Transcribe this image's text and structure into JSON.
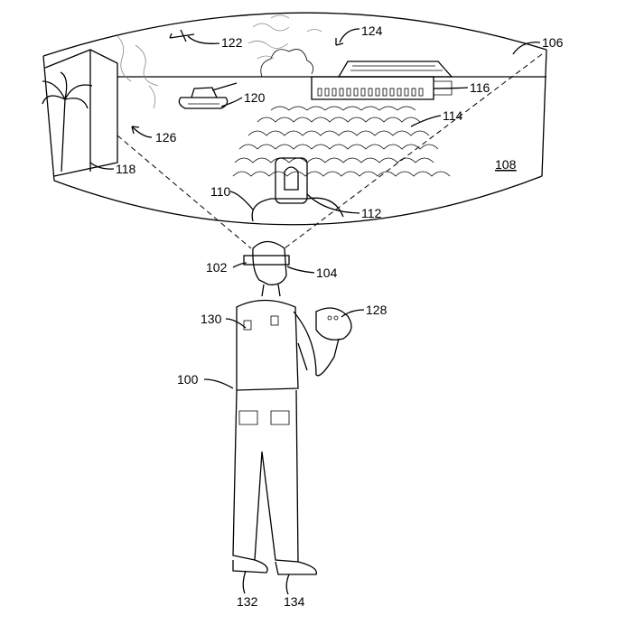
{
  "figure": {
    "labels": {
      "user": "100",
      "left_display": "102",
      "right_display": "104",
      "virtual_environment": "106",
      "scene_region": "108",
      "hands": "110",
      "weapon": "112",
      "sandbags": "114",
      "building": "116",
      "house_tree": "118",
      "tank": "120",
      "aircraft": "122",
      "smoke": "124",
      "fire": "126",
      "controller": "128",
      "haptic_vest": "130",
      "left_shoe": "132",
      "right_shoe": "134"
    }
  }
}
